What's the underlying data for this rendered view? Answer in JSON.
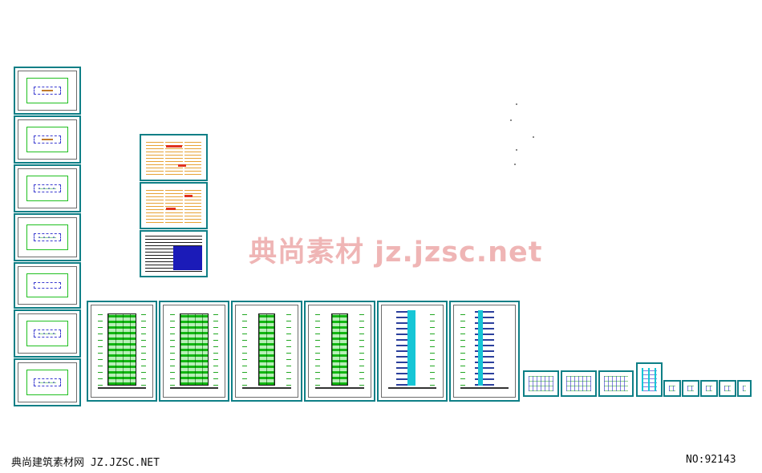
{
  "watermark_text": "典尚素材  jz.jzsc.net",
  "footer_left": "典尚建筑素材网 JZ.JZSC.NET",
  "footer_right": "NO:92143",
  "colors": {
    "sheet_frame": "#0e7f86",
    "plan_line": "#20c020",
    "wall_line": "#3a3ad0",
    "elevation_fill": "#12b612",
    "section_fill": "#2b3f9c",
    "notes_text": "#e7a234",
    "watermark": "#e17878"
  }
}
